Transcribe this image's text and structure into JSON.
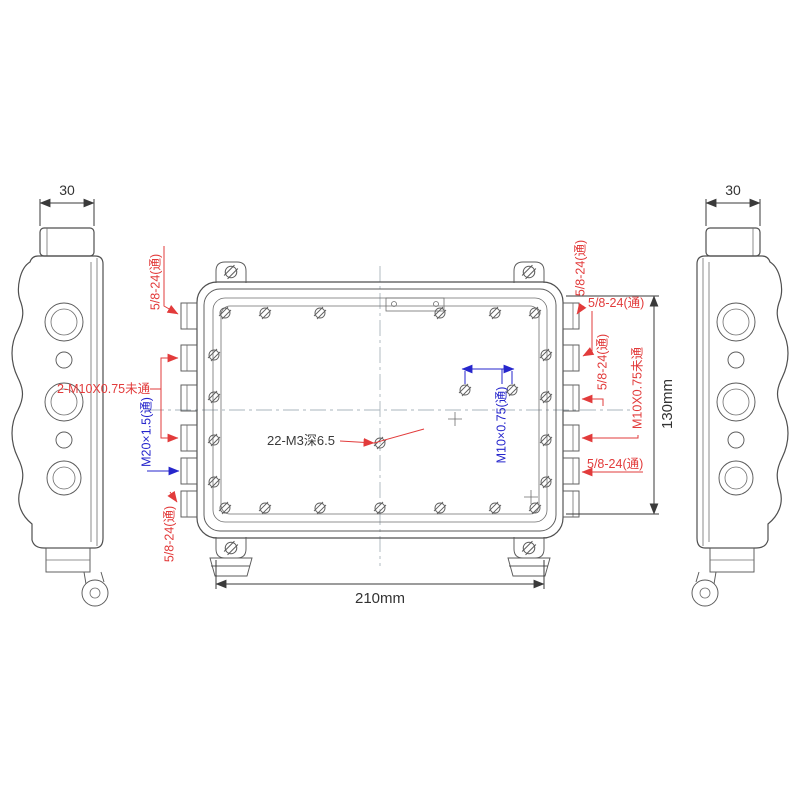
{
  "drawing": {
    "dim_top_left": "30",
    "dim_top_right": "30",
    "dim_width": "210mm",
    "dim_height": "130mm",
    "note_center": "22-M3深6.5",
    "thread_top_left": "5/8-24(通)",
    "thread_left_double": "2-M10X0.75未通",
    "thread_left_blue": "M20×1.5(通)",
    "thread_bottom_left": "5/8-24(通)",
    "thread_top_right": "5/8-24(通)",
    "thread_right_h1": "5/8-24(通)",
    "thread_right_v1": "5/8-24(通)",
    "thread_right_nothru": "M10X0.75未通",
    "thread_right_h2": "5/8-24(通)",
    "thread_center_blue": "M10×0.75(通)"
  },
  "colors": {
    "background": "#ffffff",
    "outline_gray": "#4f4f4f",
    "dimension_red": "#e23b3b",
    "dimension_blue": "#2626cc",
    "dimension_dark": "#333333",
    "centerline_gray": "#a8b4bc"
  }
}
